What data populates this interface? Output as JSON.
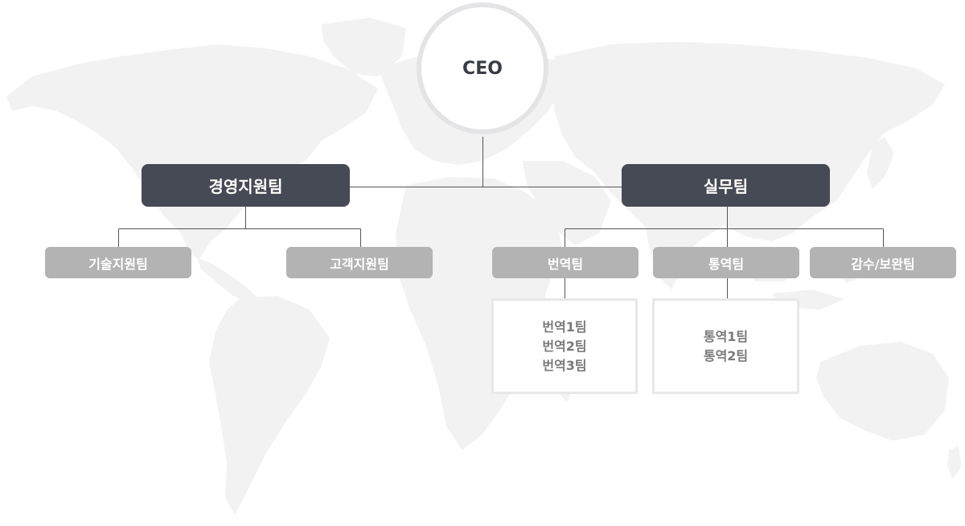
{
  "ceo": {
    "label": "CEO"
  },
  "departments": [
    {
      "label": "경영지원팀",
      "teams": [
        {
          "label": "기술지원팀"
        },
        {
          "label": "고객지원팀"
        }
      ]
    },
    {
      "label": "실무팀",
      "teams": [
        {
          "label": "번역팀",
          "subteams": [
            "번역1팀",
            "번역2팀",
            "번역3팀"
          ]
        },
        {
          "label": "통역팀",
          "subteams": [
            "통역1팀",
            "통역2팀"
          ]
        },
        {
          "label": "감수/보완팀"
        }
      ]
    }
  ],
  "colors": {
    "dept_bg": "#464a54",
    "team_bg": "#b3b3b3",
    "map": "#f2f2f2",
    "line": "#555555",
    "ceo_border": "#e4e4e6"
  }
}
